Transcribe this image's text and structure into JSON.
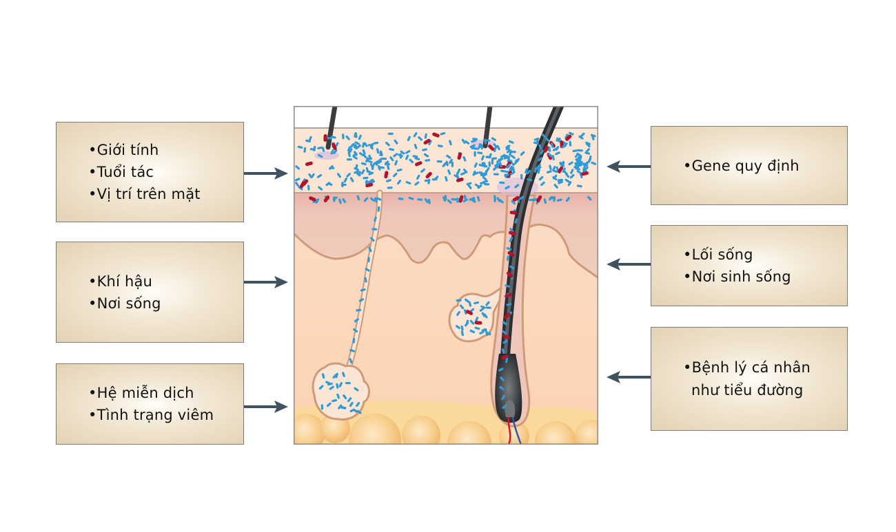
{
  "title": "Factors affecting skin microbiome",
  "left_boxes": [
    {
      "items": [
        "•Giới tính",
        "•Tuổi tác",
        "•Vị trí trên mặt"
      ]
    },
    {
      "items": [
        "•Khí hậu",
        "•Nơi sống"
      ]
    },
    {
      "items": [
        "•Hệ miễn dịch",
        "•Tình trạng viêm"
      ]
    }
  ],
  "right_boxes": [
    {
      "items": [
        "•Gene quy định"
      ]
    },
    {
      "items": [
        "•Lối sống",
        "•Nơi sinh sống"
      ]
    },
    {
      "items": [
        "•Bệnh lý cá nhân",
        "như tiểu đường"
      ]
    }
  ],
  "colors": {
    "arrow": "#3e5260",
    "bacteria_blue": "#2f9bd6",
    "bacteria_red": "#b3132a",
    "epidermis": "#fbe3d2",
    "dermis_upper": "#ebc3b6",
    "dermis": "#fbd6b8",
    "fat": "#f7c57a",
    "hair": "#3a3d40",
    "outline": "#cf9a78"
  }
}
